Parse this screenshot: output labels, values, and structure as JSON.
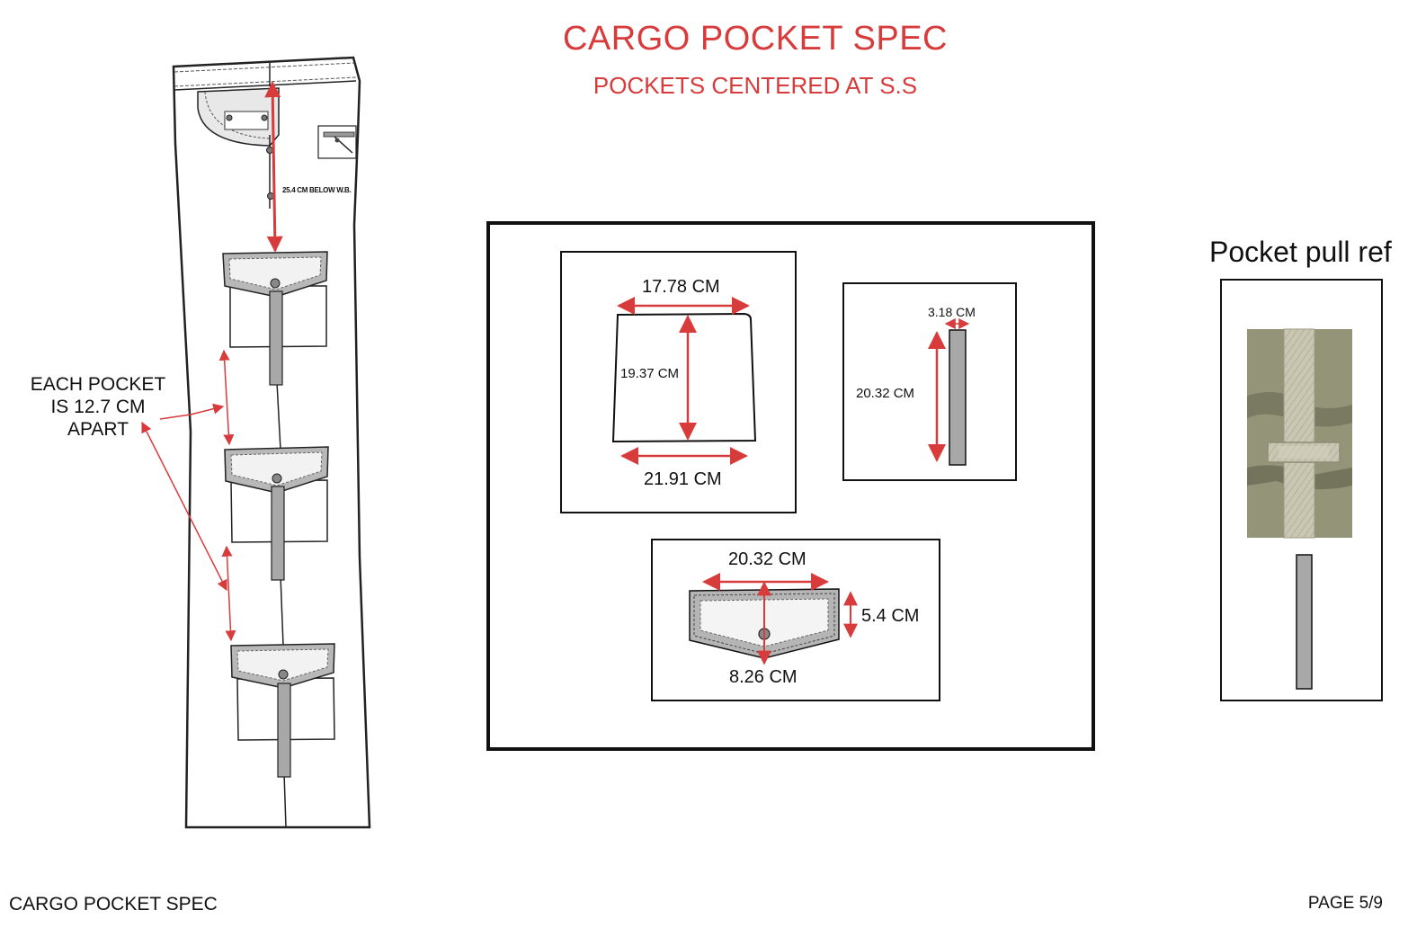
{
  "header": {
    "title": "CARGO POCKET SPEC",
    "subtitle": "POCKETS CENTERED AT S.S"
  },
  "pants": {
    "waistband_note": "25.4 CM BELOW W.B.",
    "spacing_note": "EACH POCKET IS 12.7 CM APART"
  },
  "pocket_body": {
    "top_width": "17.78 CM",
    "height": "19.37 CM",
    "bottom_width": "21.91 CM"
  },
  "pocket_pull": {
    "width": "3.18 CM",
    "length": "20.32 CM"
  },
  "pocket_flap": {
    "width": "20.32 CM",
    "side_height": "5.4 CM",
    "center_height": "8.26 CM"
  },
  "reference": {
    "title": "Pocket pull ref"
  },
  "footer": {
    "left": "CARGO POCKET SPEC",
    "right": "PAGE 5/9"
  },
  "colors": {
    "accent_red": "#d83b3b",
    "pull_gray": "#a8a8a8",
    "flap_gray": "#b5b5b5",
    "photo_fabric": "#8c8c72"
  }
}
